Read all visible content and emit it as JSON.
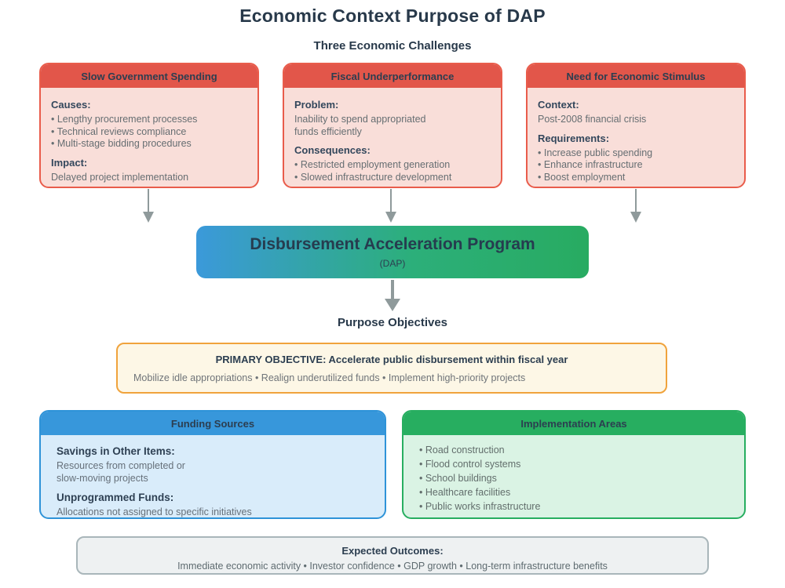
{
  "title": "Economic Context Purpose of DAP",
  "challenges_heading": "Three Economic Challenges",
  "purpose_heading": "Purpose Objectives",
  "challenges": [
    {
      "title": "Slow Government Spending",
      "sections": [
        {
          "label": "Causes:",
          "lines": [
            "• Lengthy procurement processes",
            "• Technical reviews compliance",
            "• Multi-stage bidding procedures"
          ]
        },
        {
          "label": "Impact:",
          "lines": [
            "Delayed project implementation"
          ]
        }
      ]
    },
    {
      "title": "Fiscal Underperformance",
      "sections": [
        {
          "label": "Problem:",
          "lines": [
            "Inability to spend appropriated",
            "funds efficiently"
          ]
        },
        {
          "label": "Consequences:",
          "lines": [
            "• Restricted employment generation",
            "• Slowed infrastructure development"
          ]
        }
      ]
    },
    {
      "title": "Need for Economic Stimulus",
      "sections": [
        {
          "label": "Context:",
          "lines": [
            "Post-2008 financial crisis"
          ]
        },
        {
          "label": "Requirements:",
          "lines": [
            "• Increase public spending",
            "• Enhance infrastructure",
            "• Boost employment"
          ]
        }
      ]
    }
  ],
  "dap": {
    "title": "Disbursement Acceleration Program",
    "abbrev": "(DAP)"
  },
  "primary_objective": {
    "title": "PRIMARY OBJECTIVE: Accelerate public disbursement within fiscal year",
    "subtext": "Mobilize idle appropriations • Realign underutilized funds • Implement high-priority projects"
  },
  "funding": {
    "title": "Funding Sources",
    "sections": [
      {
        "label": "Savings in Other Items:",
        "lines": [
          "Resources from completed or",
          "slow-moving projects"
        ]
      },
      {
        "label": "Unprogrammed Funds:",
        "lines": [
          "Allocations not assigned to specific initiatives"
        ]
      }
    ]
  },
  "implementation": {
    "title": "Implementation Areas",
    "items": [
      "• Road construction",
      "• Flood control systems",
      "• School buildings",
      "• Healthcare facilities",
      "• Public works infrastructure"
    ]
  },
  "outcomes": {
    "title": "Expected Outcomes:",
    "subtext": "Immediate economic activity • Investor confidence • GDP growth • Long-term infrastructure benefits"
  },
  "colors": {
    "heading_text": "#28394a",
    "red_header": "#e2564a",
    "red_border": "#e95c4b",
    "red_body": "#f9ded9",
    "blue_header": "#3797db",
    "blue_body": "#d9ecfa",
    "green_header": "#27ae60",
    "green_body": "#daf3e4",
    "yellow_border": "#f0a33c",
    "yellow_body": "#fdf7e6",
    "gray_border": "#a9b6ba",
    "gray_body": "#eef1f2",
    "dap_gradient_left": "#3b99da",
    "dap_gradient_right": "#28ab61",
    "arrow": "#8f9a9b"
  }
}
